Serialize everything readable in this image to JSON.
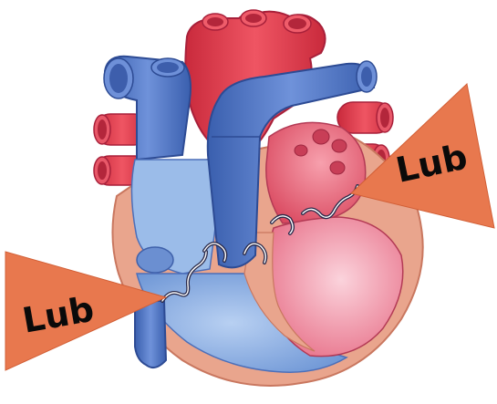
{
  "labels": {
    "right_callout": "Lub",
    "left_callout": "Lub"
  },
  "colors": {
    "artery_red": "#e2424f",
    "artery_red_dark": "#b5263a",
    "vein_blue": "#4f74c9",
    "vein_blue_dark": "#2f4f9a",
    "chamber_blue": "#8db3e6",
    "chamber_pink": "#f4a3b3",
    "muscle_tan": "#e9a58d",
    "callout_orange": "#e8784e",
    "valve_dark": "#2a2a4a"
  },
  "icons": {
    "heart": "heart-anatomy-illustration",
    "callouts": "sound-callout-triangle"
  }
}
